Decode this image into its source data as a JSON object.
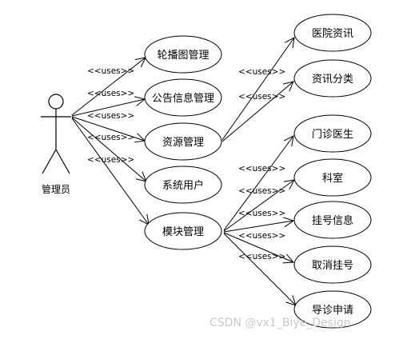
{
  "diagram": {
    "actor": {
      "label": "管理员"
    },
    "relation_label": "<<uses>>",
    "use_cases": {
      "carousel": "轮播图管理",
      "notice": "公告信息管理",
      "resource": "资源管理",
      "system_user": "系统用户",
      "module": "模块管理",
      "hospital_news": "医院资讯",
      "news_category": "资讯分类",
      "outpatient_doctor": "门诊医生",
      "department": "科室",
      "registration": "挂号信息",
      "cancel_registration": "取消挂号",
      "triage_request": "导诊申请"
    }
  },
  "watermark": "CSDN @vx1_Biye_Design"
}
